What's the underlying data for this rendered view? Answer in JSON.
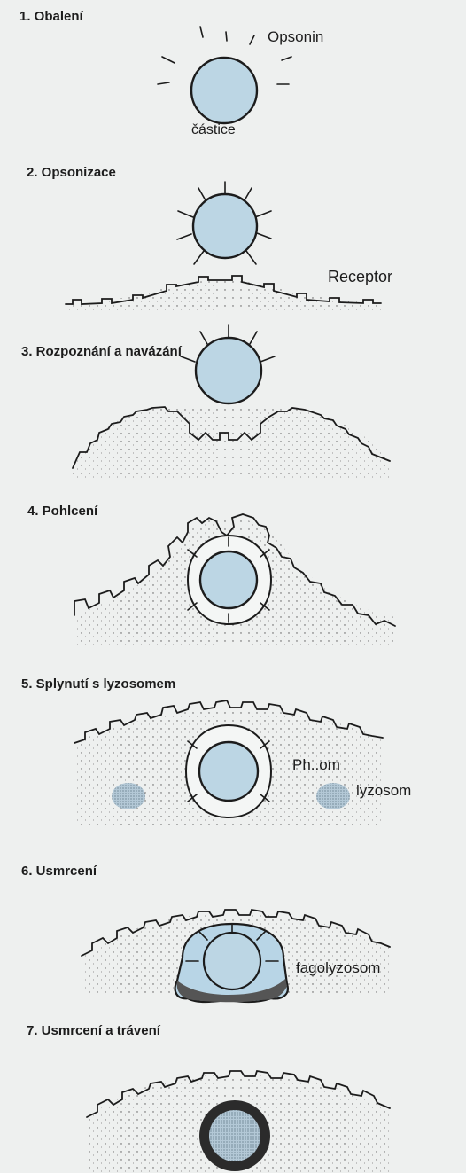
{
  "steps": [
    {
      "title": "1. Obalení"
    },
    {
      "title": "2.  Opsonizace"
    },
    {
      "title": "3. Rozpoznání a navázání"
    },
    {
      "title": "4.  Pohlcení"
    },
    {
      "title": "5. Splynutí s lyzosomem"
    },
    {
      "title": "6. Usmrcení"
    },
    {
      "title": "7.  Usmrcení a trávení"
    }
  ],
  "labels": {
    "opsonin": "Opsonin",
    "particle": "částice",
    "receptor": "Receptor",
    "phagosome": "Ph..om",
    "lysosome": "lyzosom",
    "phagolysosome": "fagolyzosom"
  },
  "colors": {
    "background": "#eef0ef",
    "particle": "#bcd6e4",
    "lysosome": "#9fbdd3",
    "ink": "#1c1c1c"
  }
}
